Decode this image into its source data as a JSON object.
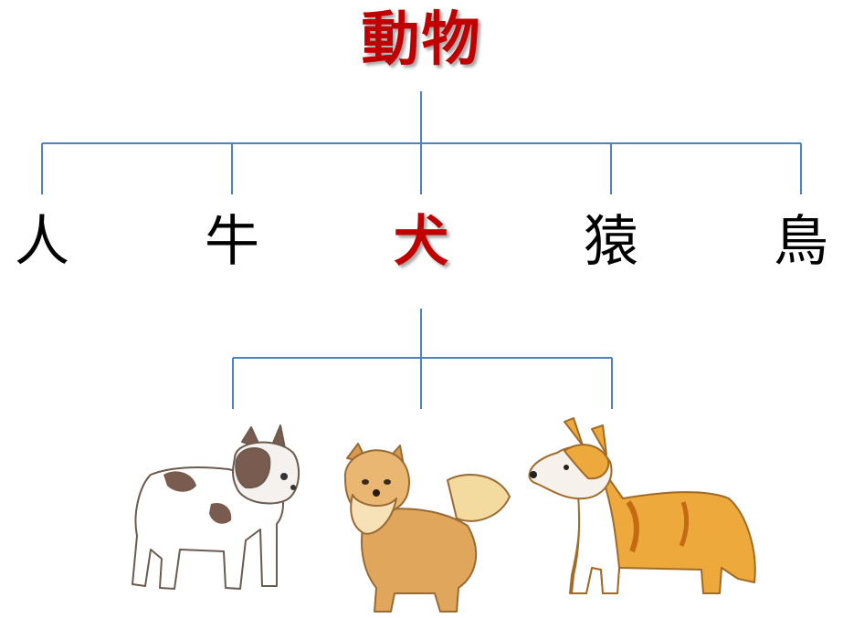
{
  "root": {
    "label": "動物"
  },
  "categories": [
    {
      "label": "人",
      "highlight": false
    },
    {
      "label": "牛",
      "highlight": false
    },
    {
      "label": "犬",
      "highlight": true
    },
    {
      "label": "猿",
      "highlight": false
    },
    {
      "label": "鳥",
      "highlight": false
    }
  ],
  "breeds": [
    {
      "icon": "french-bulldog-illustration"
    },
    {
      "icon": "pomeranian-illustration"
    },
    {
      "icon": "corgi-illustration"
    }
  ],
  "colors": {
    "line": "#4f81bd",
    "highlight": "#c00000",
    "text": "#000000"
  }
}
